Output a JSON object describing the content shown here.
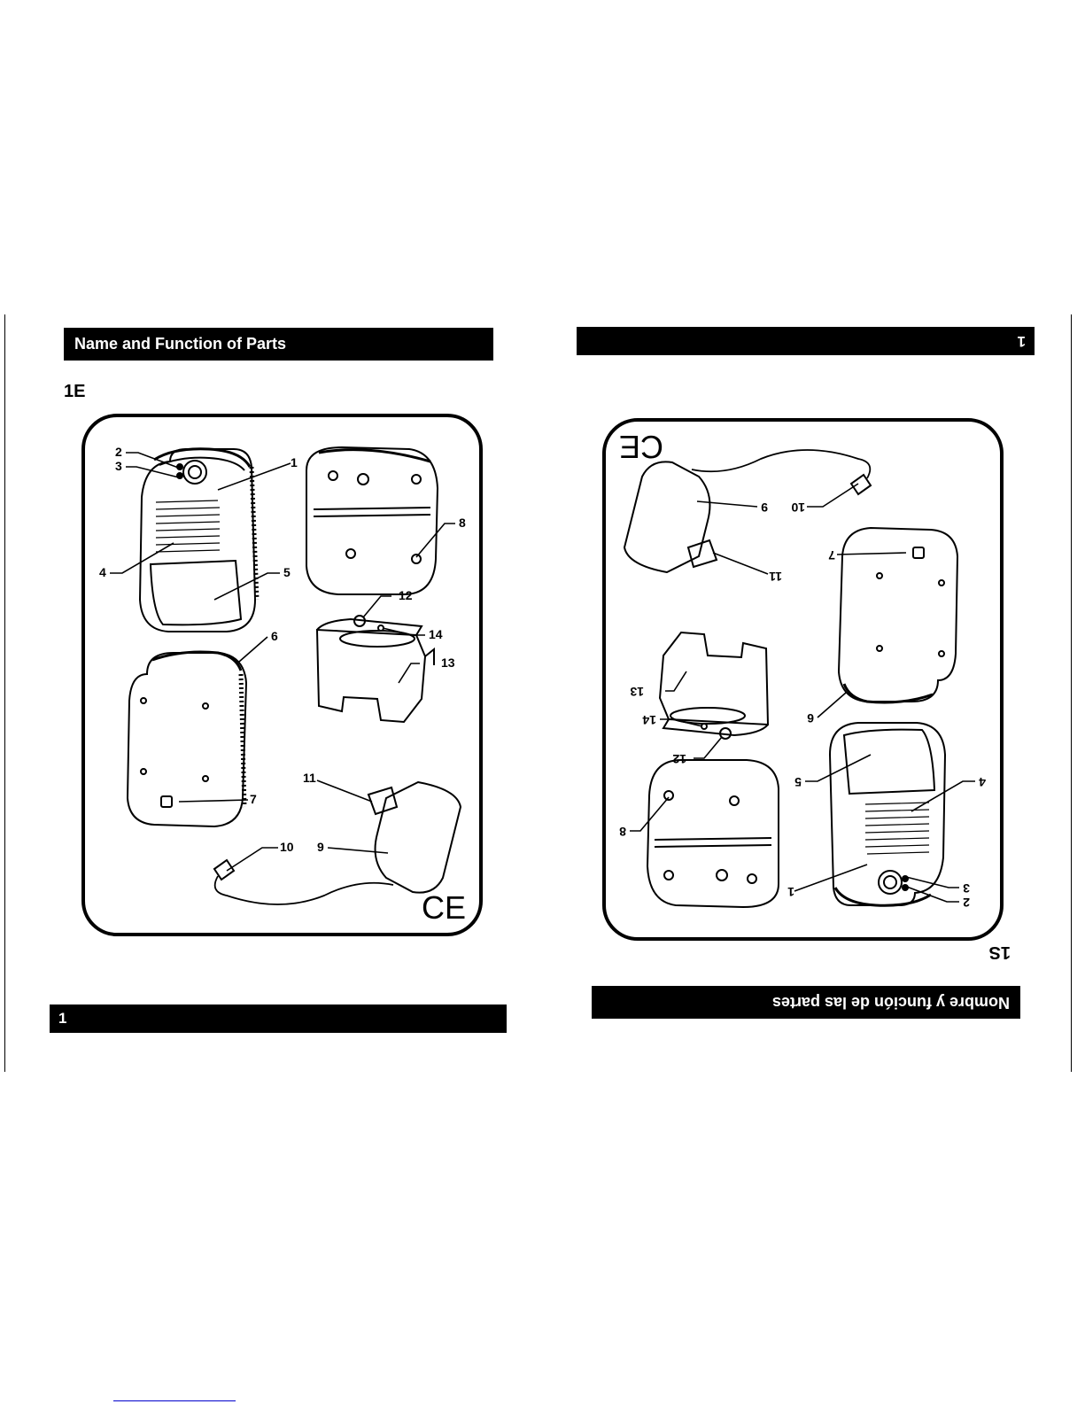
{
  "left_page": {
    "header_title": "Name and Function of Parts",
    "section_code": "1E",
    "page_number": "1",
    "callouts": [
      "1",
      "2",
      "3",
      "4",
      "5",
      "6",
      "7",
      "8",
      "9",
      "10",
      "11",
      "12",
      "13",
      "14"
    ],
    "ce_mark": "CE"
  },
  "right_page": {
    "header_title": "Nombre y función de las partes",
    "section_code": "1S",
    "page_number": "1",
    "callouts": [
      "1",
      "2",
      "3",
      "4",
      "5",
      "6",
      "7",
      "8",
      "9",
      "10",
      "11",
      "12",
      "13",
      "14"
    ],
    "ce_mark": "CE"
  }
}
